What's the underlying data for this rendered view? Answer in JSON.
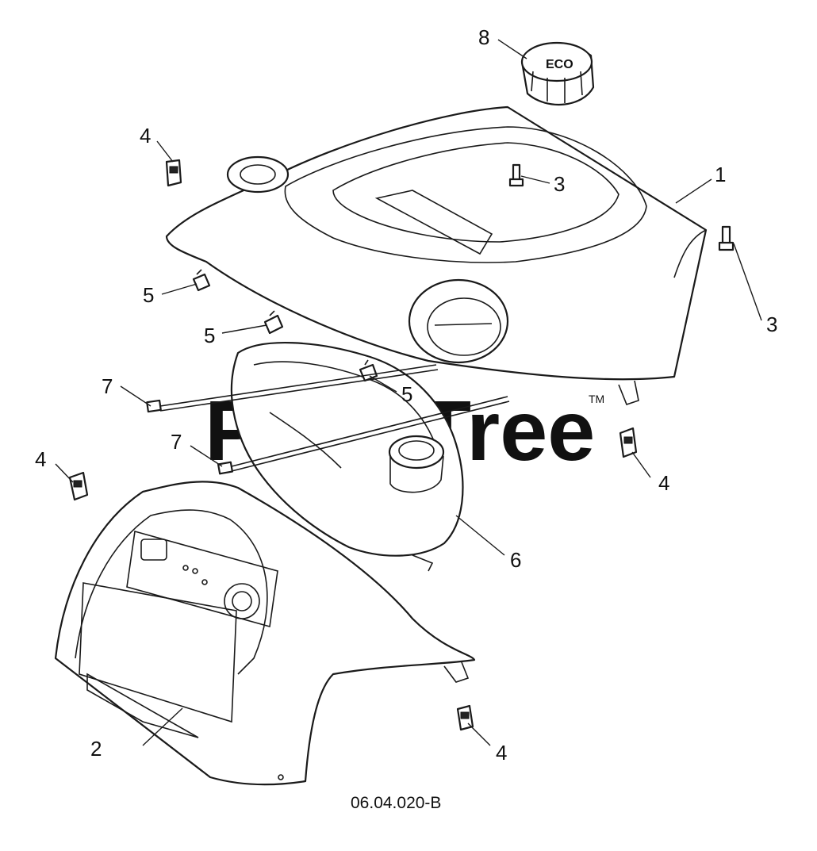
{
  "watermark": {
    "brand": "PartsTree",
    "trademark": "TM"
  },
  "drawing_code": "06.04.020-B",
  "callouts": [
    {
      "id": "c1",
      "label": "1"
    },
    {
      "id": "c2",
      "label": "2"
    },
    {
      "id": "c3a",
      "label": "3"
    },
    {
      "id": "c3b",
      "label": "3"
    },
    {
      "id": "c4a",
      "label": "4"
    },
    {
      "id": "c4b",
      "label": "4"
    },
    {
      "id": "c4c",
      "label": "4"
    },
    {
      "id": "c4d",
      "label": "4"
    },
    {
      "id": "c5a",
      "label": "5"
    },
    {
      "id": "c5b",
      "label": "5"
    },
    {
      "id": "c5c",
      "label": "5"
    },
    {
      "id": "c6",
      "label": "6"
    },
    {
      "id": "c7a",
      "label": "7"
    },
    {
      "id": "c7b",
      "label": "7"
    },
    {
      "id": "c8",
      "label": "8"
    }
  ]
}
